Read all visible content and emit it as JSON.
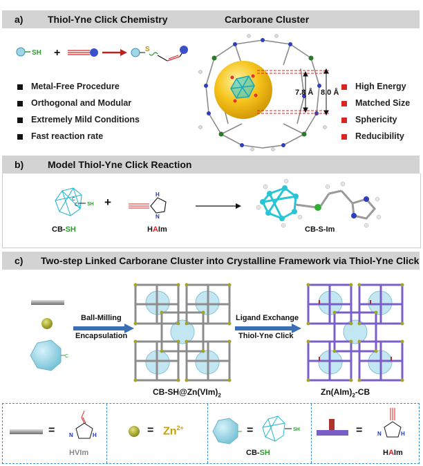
{
  "panel_a": {
    "letter": "a)",
    "title": "Thiol-Yne Click Chemistry",
    "title_right": "Carborane Cluster",
    "sh_label": "SH",
    "s_label": "S",
    "plus": "+",
    "bullets_left": [
      "Metal-Free Procedure",
      "Orthogonal and Modular",
      "Extremely Mild Conditions",
      "Fast reaction rate"
    ],
    "bullets_right": [
      "High Energy",
      "Matched Size",
      "Sphericity",
      "Reducibility"
    ],
    "dim1": "7.8 Å",
    "dim2": "8.0 Å",
    "colors": {
      "left_bullet": "#111111",
      "right_bullet": "#d7261f",
      "sphere": "#f6c41c",
      "cluster": "#27c6d6"
    }
  },
  "panel_b": {
    "letter": "b)",
    "title": "Model Thiol-Yne Click Reaction",
    "cb_sh_prefix": "CB-",
    "cb_sh_suffix": "SH",
    "halm_h": "H",
    "halm_a": "A",
    "halm_rest": "Im",
    "product": "CB-S-Im",
    "plus": "+",
    "small_sh": "SH",
    "nh": "H",
    "n": "N",
    "c": "C"
  },
  "panel_c": {
    "letter": "c)",
    "title": "Two-step Linked Carborane Cluster into Crystalline Framework via Thiol-Yne Click",
    "arrow1_top": "Ball-Milling",
    "arrow1_bottom": "Encapsulation",
    "arrow2_top": "Ligand Exchange",
    "arrow2_bottom": "Thiol-Yne Click",
    "label_mid": "CB-SH@Zn(VIm)",
    "label_mid_sub": "2",
    "label_right": "Zn(AIm)",
    "label_right_sub": "2",
    "label_right_tail": "-CB",
    "colors": {
      "frame1": "#8c8c8c",
      "frame2": "#7b5fc8",
      "node": "#a3a327"
    }
  },
  "legend": {
    "eq": "=",
    "hvim": "HVIm",
    "zn": "Zn",
    "zn_sup": "2+",
    "cb_prefix": "CB-",
    "cb_suffix": "SH",
    "halm_h": "H",
    "halm_a": "A",
    "halm_rest": "Im",
    "sh_small": "SH",
    "nh": "H"
  }
}
